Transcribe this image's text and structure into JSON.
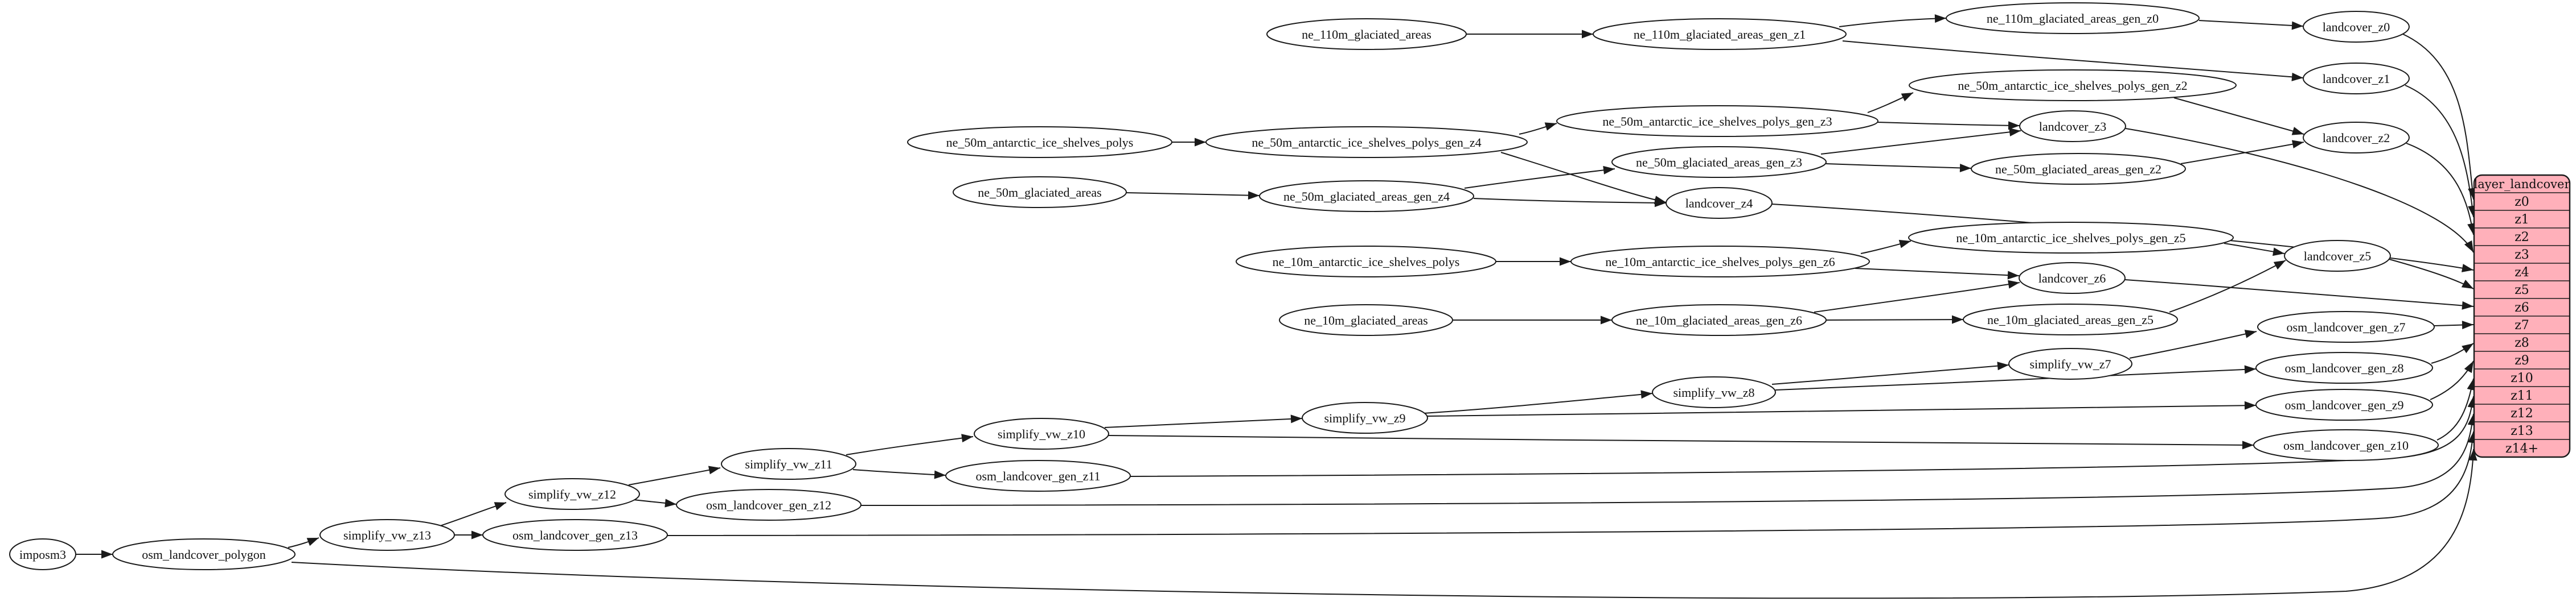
{
  "app": {
    "kind": "dependency-graph-render",
    "background": "#ffffff"
  },
  "graph": {
    "nodes": [
      {
        "id": "imposm3",
        "label": "imposm3"
      },
      {
        "id": "osm_landcover_polygon",
        "label": "osm_landcover_polygon"
      },
      {
        "id": "simplify_vw_z13",
        "label": "simplify_vw_z13"
      },
      {
        "id": "osm_landcover_gen_z13",
        "label": "osm_landcover_gen_z13"
      },
      {
        "id": "simplify_vw_z12",
        "label": "simplify_vw_z12"
      },
      {
        "id": "osm_landcover_gen_z12",
        "label": "osm_landcover_gen_z12"
      },
      {
        "id": "simplify_vw_z11",
        "label": "simplify_vw_z11"
      },
      {
        "id": "osm_landcover_gen_z11",
        "label": "osm_landcover_gen_z11"
      },
      {
        "id": "simplify_vw_z10",
        "label": "simplify_vw_z10"
      },
      {
        "id": "simplify_vw_z9",
        "label": "simplify_vw_z9"
      },
      {
        "id": "simplify_vw_z8",
        "label": "simplify_vw_z8"
      },
      {
        "id": "simplify_vw_z7",
        "label": "simplify_vw_z7"
      },
      {
        "id": "osm_landcover_gen_z7",
        "label": "osm_landcover_gen_z7"
      },
      {
        "id": "osm_landcover_gen_z8",
        "label": "osm_landcover_gen_z8"
      },
      {
        "id": "osm_landcover_gen_z9",
        "label": "osm_landcover_gen_z9"
      },
      {
        "id": "osm_landcover_gen_z10",
        "label": "osm_landcover_gen_z10"
      },
      {
        "id": "ne_10m_antarctic_ice_shelves_polys",
        "label": "ne_10m_antarctic_ice_shelves_polys"
      },
      {
        "id": "ne_10m_antarctic_ice_shelves_polys_gen_z6",
        "label": "ne_10m_antarctic_ice_shelves_polys_gen_z6"
      },
      {
        "id": "ne_10m_antarctic_ice_shelves_polys_gen_z5",
        "label": "ne_10m_antarctic_ice_shelves_polys_gen_z5"
      },
      {
        "id": "ne_10m_glaciated_areas",
        "label": "ne_10m_glaciated_areas"
      },
      {
        "id": "ne_10m_glaciated_areas_gen_z6",
        "label": "ne_10m_glaciated_areas_gen_z6"
      },
      {
        "id": "ne_10m_glaciated_areas_gen_z5",
        "label": "ne_10m_glaciated_areas_gen_z5"
      },
      {
        "id": "landcover_z6",
        "label": "landcover_z6"
      },
      {
        "id": "landcover_z5",
        "label": "landcover_z5"
      },
      {
        "id": "ne_50m_glaciated_areas",
        "label": "ne_50m_glaciated_areas"
      },
      {
        "id": "ne_50m_glaciated_areas_gen_z4",
        "label": "ne_50m_glaciated_areas_gen_z4"
      },
      {
        "id": "ne_50m_glaciated_areas_gen_z3",
        "label": "ne_50m_glaciated_areas_gen_z3"
      },
      {
        "id": "ne_50m_glaciated_areas_gen_z2",
        "label": "ne_50m_glaciated_areas_gen_z2"
      },
      {
        "id": "landcover_z4",
        "label": "landcover_z4"
      },
      {
        "id": "landcover_z3",
        "label": "landcover_z3"
      },
      {
        "id": "landcover_z2",
        "label": "landcover_z2"
      },
      {
        "id": "ne_50m_antarctic_ice_shelves_polys",
        "label": "ne_50m_antarctic_ice_shelves_polys"
      },
      {
        "id": "ne_50m_antarctic_ice_shelves_polys_gen_z4",
        "label": "ne_50m_antarctic_ice_shelves_polys_gen_z4"
      },
      {
        "id": "ne_50m_antarctic_ice_shelves_polys_gen_z3",
        "label": "ne_50m_antarctic_ice_shelves_polys_gen_z3"
      },
      {
        "id": "ne_50m_antarctic_ice_shelves_polys_gen_z2",
        "label": "ne_50m_antarctic_ice_shelves_polys_gen_z2"
      },
      {
        "id": "ne_110m_glaciated_areas",
        "label": "ne_110m_glaciated_areas"
      },
      {
        "id": "ne_110m_glaciated_areas_gen_z1",
        "label": "ne_110m_glaciated_areas_gen_z1"
      },
      {
        "id": "ne_110m_glaciated_areas_gen_z0",
        "label": "ne_110m_glaciated_areas_gen_z0"
      },
      {
        "id": "landcover_z0",
        "label": "landcover_z0"
      },
      {
        "id": "landcover_z1",
        "label": "landcover_z1"
      }
    ],
    "edges": [
      {
        "from": "imposm3",
        "to": "osm_landcover_polygon"
      },
      {
        "from": "osm_landcover_polygon",
        "to": "simplify_vw_z13"
      },
      {
        "from": "osm_landcover_polygon",
        "to": "layer_landcover:z14+"
      },
      {
        "from": "simplify_vw_z13",
        "to": "osm_landcover_gen_z13"
      },
      {
        "from": "simplify_vw_z13",
        "to": "simplify_vw_z12"
      },
      {
        "from": "osm_landcover_gen_z13",
        "to": "layer_landcover:z13"
      },
      {
        "from": "simplify_vw_z12",
        "to": "osm_landcover_gen_z12"
      },
      {
        "from": "simplify_vw_z12",
        "to": "simplify_vw_z11"
      },
      {
        "from": "osm_landcover_gen_z12",
        "to": "layer_landcover:z12"
      },
      {
        "from": "simplify_vw_z11",
        "to": "osm_landcover_gen_z11"
      },
      {
        "from": "simplify_vw_z11",
        "to": "simplify_vw_z10"
      },
      {
        "from": "osm_landcover_gen_z11",
        "to": "layer_landcover:z11"
      },
      {
        "from": "simplify_vw_z10",
        "to": "osm_landcover_gen_z10"
      },
      {
        "from": "simplify_vw_z10",
        "to": "simplify_vw_z9"
      },
      {
        "from": "osm_landcover_gen_z10",
        "to": "layer_landcover:z10"
      },
      {
        "from": "simplify_vw_z9",
        "to": "osm_landcover_gen_z9"
      },
      {
        "from": "simplify_vw_z9",
        "to": "simplify_vw_z8"
      },
      {
        "from": "osm_landcover_gen_z9",
        "to": "layer_landcover:z9"
      },
      {
        "from": "simplify_vw_z8",
        "to": "osm_landcover_gen_z8"
      },
      {
        "from": "simplify_vw_z8",
        "to": "simplify_vw_z7"
      },
      {
        "from": "osm_landcover_gen_z8",
        "to": "layer_landcover:z8"
      },
      {
        "from": "simplify_vw_z7",
        "to": "osm_landcover_gen_z7"
      },
      {
        "from": "osm_landcover_gen_z7",
        "to": "layer_landcover:z7"
      },
      {
        "from": "ne_10m_glaciated_areas",
        "to": "ne_10m_glaciated_areas_gen_z6"
      },
      {
        "from": "ne_10m_glaciated_areas_gen_z6",
        "to": "ne_10m_glaciated_areas_gen_z5"
      },
      {
        "from": "ne_10m_glaciated_areas_gen_z6",
        "to": "landcover_z6"
      },
      {
        "from": "ne_10m_glaciated_areas_gen_z5",
        "to": "landcover_z5"
      },
      {
        "from": "ne_10m_antarctic_ice_shelves_polys",
        "to": "ne_10m_antarctic_ice_shelves_polys_gen_z6"
      },
      {
        "from": "ne_10m_antarctic_ice_shelves_polys_gen_z6",
        "to": "ne_10m_antarctic_ice_shelves_polys_gen_z5"
      },
      {
        "from": "ne_10m_antarctic_ice_shelves_polys_gen_z6",
        "to": "landcover_z6"
      },
      {
        "from": "ne_10m_antarctic_ice_shelves_polys_gen_z5",
        "to": "landcover_z5"
      },
      {
        "from": "landcover_z5",
        "to": "layer_landcover:z5"
      },
      {
        "from": "landcover_z6",
        "to": "layer_landcover:z6"
      },
      {
        "from": "ne_50m_glaciated_areas",
        "to": "ne_50m_glaciated_areas_gen_z4"
      },
      {
        "from": "ne_50m_glaciated_areas_gen_z4",
        "to": "ne_50m_glaciated_areas_gen_z3"
      },
      {
        "from": "ne_50m_glaciated_areas_gen_z4",
        "to": "landcover_z4"
      },
      {
        "from": "ne_50m_glaciated_areas_gen_z3",
        "to": "ne_50m_glaciated_areas_gen_z2"
      },
      {
        "from": "ne_50m_glaciated_areas_gen_z3",
        "to": "landcover_z3"
      },
      {
        "from": "ne_50m_glaciated_areas_gen_z2",
        "to": "landcover_z2"
      },
      {
        "from": "ne_50m_antarctic_ice_shelves_polys",
        "to": "ne_50m_antarctic_ice_shelves_polys_gen_z4"
      },
      {
        "from": "ne_50m_antarctic_ice_shelves_polys_gen_z4",
        "to": "ne_50m_antarctic_ice_shelves_polys_gen_z3"
      },
      {
        "from": "ne_50m_antarctic_ice_shelves_polys_gen_z4",
        "to": "landcover_z4"
      },
      {
        "from": "ne_50m_antarctic_ice_shelves_polys_gen_z3",
        "to": "ne_50m_antarctic_ice_shelves_polys_gen_z2"
      },
      {
        "from": "ne_50m_antarctic_ice_shelves_polys_gen_z3",
        "to": "landcover_z3"
      },
      {
        "from": "ne_50m_antarctic_ice_shelves_polys_gen_z2",
        "to": "landcover_z2"
      },
      {
        "from": "landcover_z2",
        "to": "layer_landcover:z2"
      },
      {
        "from": "landcover_z3",
        "to": "layer_landcover:z3"
      },
      {
        "from": "landcover_z4",
        "to": "layer_landcover:z4"
      },
      {
        "from": "ne_110m_glaciated_areas",
        "to": "ne_110m_glaciated_areas_gen_z1"
      },
      {
        "from": "ne_110m_glaciated_areas_gen_z1",
        "to": "ne_110m_glaciated_areas_gen_z0"
      },
      {
        "from": "ne_110m_glaciated_areas_gen_z1",
        "to": "landcover_z1"
      },
      {
        "from": "ne_110m_glaciated_areas_gen_z0",
        "to": "landcover_z0"
      },
      {
        "from": "landcover_z0",
        "to": "layer_landcover:z0"
      },
      {
        "from": "landcover_z1",
        "to": "layer_landcover:z1"
      }
    ],
    "table": {
      "id": "layer_landcover",
      "title": "layer_landcover",
      "rows": [
        "z0",
        "z1",
        "z2",
        "z3",
        "z4",
        "z5",
        "z6",
        "z7",
        "z8",
        "z9",
        "z10",
        "z11",
        "z12",
        "z13",
        "z14+"
      ],
      "fill": "#ffb0ba",
      "stroke": "#1a1a1a"
    },
    "colors": {
      "node_fill": "#ffffff",
      "node_stroke": "#1a1a1a",
      "edge": "#1a1a1a",
      "text": "#111111"
    }
  }
}
